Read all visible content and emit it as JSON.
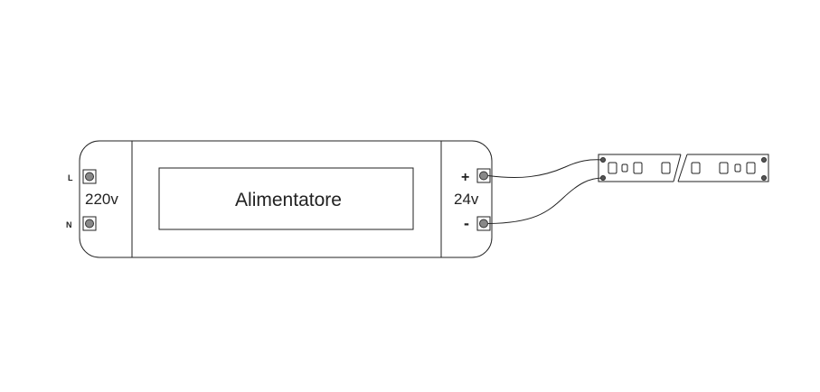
{
  "power_supply": {
    "label": "Alimentatore",
    "input_voltage": "220v",
    "output_voltage": "24v",
    "terminal_l": "L",
    "terminal_n": "N",
    "terminal_plus": "+",
    "terminal_minus": "-"
  },
  "led_strip": {
    "icon": "led-strip-icon"
  },
  "colors": {
    "stroke": "#222222",
    "terminal_fill": "#888888"
  }
}
